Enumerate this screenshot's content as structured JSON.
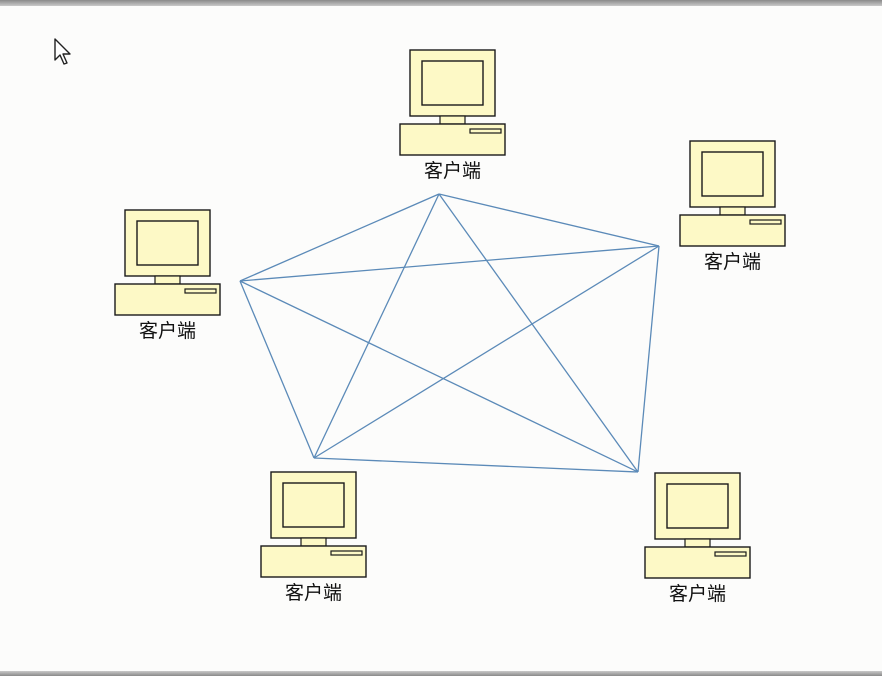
{
  "diagram": {
    "type": "full-mesh network",
    "colors": {
      "background": "#fcfcfb",
      "computer_fill": "#fdf9c6",
      "computer_stroke": "#1a1a1a",
      "link_stroke": "#5b8ab8"
    },
    "nodes": [
      {
        "id": "n1",
        "label": "客户端",
        "icon": "computer-icon"
      },
      {
        "id": "n2",
        "label": "客户端",
        "icon": "computer-icon"
      },
      {
        "id": "n3",
        "label": "客户端",
        "icon": "computer-icon"
      },
      {
        "id": "n4",
        "label": "客户端",
        "icon": "computer-icon"
      },
      {
        "id": "n5",
        "label": "客户端",
        "icon": "computer-icon"
      }
    ],
    "edges": [
      [
        "n1",
        "n2"
      ],
      [
        "n1",
        "n3"
      ],
      [
        "n1",
        "n4"
      ],
      [
        "n1",
        "n5"
      ],
      [
        "n2",
        "n3"
      ],
      [
        "n2",
        "n4"
      ],
      [
        "n2",
        "n5"
      ],
      [
        "n3",
        "n4"
      ],
      [
        "n3",
        "n5"
      ],
      [
        "n4",
        "n5"
      ]
    ]
  }
}
